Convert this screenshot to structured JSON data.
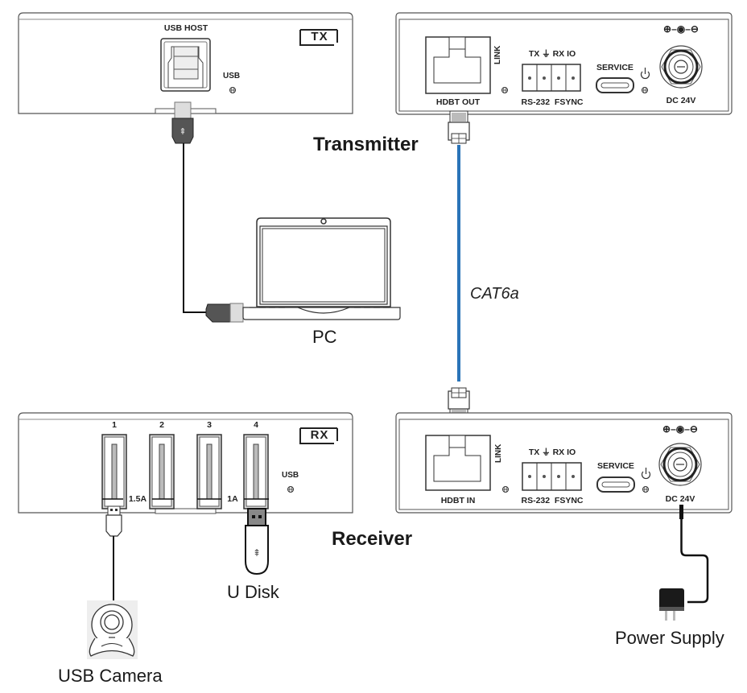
{
  "transmitter": {
    "title": "Transmitter",
    "usb_panel": {
      "badge": "TX",
      "usb_host_label": "USB HOST",
      "usb_led_label": "USB"
    },
    "hdbt_panel": {
      "hdbt_label": "HDBT OUT",
      "link_label": "LINK",
      "terminal_top_label": "TX ⏚ RX IO",
      "terminal_bottom_label": "RS-232  FSYNC",
      "service_label": "SERVICE",
      "power_label": "DC 24V",
      "polarity_label": "⊕–◉–⊖"
    }
  },
  "receiver": {
    "title": "Receiver",
    "usb_panel": {
      "badge": "RX",
      "port_numbers": [
        "1",
        "2",
        "3",
        "4"
      ],
      "current_labels": [
        "1.5A",
        "1A"
      ],
      "usb_led_label": "USB"
    },
    "hdbt_panel": {
      "hdbt_label": "HDBT IN",
      "link_label": "LINK",
      "terminal_top_label": "TX ⏚ RX IO",
      "terminal_bottom_label": "RS-232  FSYNC",
      "service_label": "SERVICE",
      "power_label": "DC 24V",
      "polarity_label": "⊕–◉–⊖"
    }
  },
  "cable": {
    "label": "CAT6a",
    "color": "#2a74b8"
  },
  "devices": {
    "pc": "PC",
    "usb_camera": "USB Camera",
    "u_disk": "U Disk",
    "power_supply": "Power Supply"
  }
}
